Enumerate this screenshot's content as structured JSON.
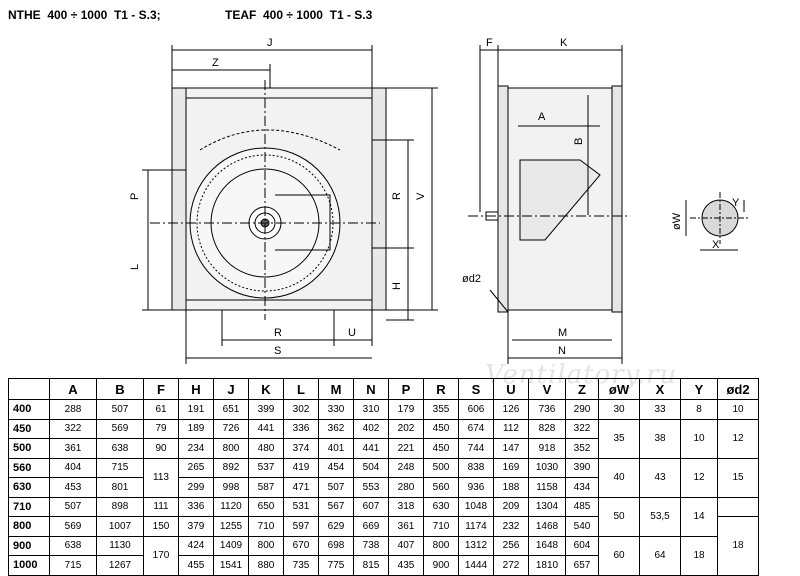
{
  "title_left": "NTHE  400 ÷ 1000  T1 - S.3;",
  "title_right": "TEAF  400 ÷ 1000  T1 - S.3",
  "watermark": "Ventilatory.ru",
  "drawing_labels": {
    "front": {
      "J": "J",
      "Z": "Z",
      "P": "P",
      "L": "L",
      "R_side": "R",
      "V": "V",
      "H": "H",
      "R_bottom": "R",
      "U": "U",
      "S": "S"
    },
    "side": {
      "F": "F",
      "K": "K",
      "A": "A",
      "B": "B",
      "od2": "ød2",
      "M": "M",
      "N": "N"
    },
    "shaft": {
      "W": "øW",
      "X": "X",
      "Y": "Y"
    }
  },
  "table": {
    "headers": [
      "",
      "A",
      "B",
      "F",
      "H",
      "J",
      "K",
      "L",
      "M",
      "N",
      "P",
      "R",
      "S",
      "U",
      "V",
      "Z",
      "øW",
      "X",
      "Y",
      "ød2"
    ],
    "sizes": [
      "400",
      "450",
      "500",
      "560",
      "630",
      "710",
      "800",
      "900",
      "1000"
    ],
    "rows": [
      [
        "288",
        "507",
        "61",
        "191",
        "651",
        "399",
        "302",
        "330",
        "310",
        "179",
        "355",
        "606",
        "126",
        "736",
        "290"
      ],
      [
        "322",
        "569",
        "79",
        "189",
        "726",
        "441",
        "336",
        "362",
        "402",
        "202",
        "450",
        "674",
        "112",
        "828",
        "322"
      ],
      [
        "361",
        "638",
        "90",
        "234",
        "800",
        "480",
        "374",
        "401",
        "441",
        "221",
        "450",
        "744",
        "147",
        "918",
        "352"
      ],
      [
        "404",
        "715",
        "",
        "265",
        "892",
        "537",
        "419",
        "454",
        "504",
        "248",
        "500",
        "838",
        "169",
        "1030",
        "390"
      ],
      [
        "453",
        "801",
        "",
        "299",
        "998",
        "587",
        "471",
        "507",
        "553",
        "280",
        "560",
        "936",
        "188",
        "1158",
        "434"
      ],
      [
        "507",
        "898",
        "111",
        "336",
        "1120",
        "650",
        "531",
        "567",
        "607",
        "318",
        "630",
        "1048",
        "209",
        "1304",
        "485"
      ],
      [
        "569",
        "1007",
        "150",
        "379",
        "1255",
        "710",
        "597",
        "629",
        "669",
        "361",
        "710",
        "1174",
        "232",
        "1468",
        "540"
      ],
      [
        "638",
        "1130",
        "",
        "424",
        "1409",
        "800",
        "670",
        "698",
        "738",
        "407",
        "800",
        "1312",
        "256",
        "1648",
        "604"
      ],
      [
        "715",
        "1267",
        "",
        "455",
        "1541",
        "880",
        "735",
        "775",
        "815",
        "435",
        "900",
        "1444",
        "272",
        "1810",
        "657"
      ]
    ],
    "f_merged": {
      "r3": "113",
      "r7": "170"
    },
    "shaft_groups": [
      {
        "W": "30",
        "X": "33",
        "Y": "8",
        "d2": "10"
      },
      {
        "W": "35",
        "X": "38",
        "Y": "10",
        "d2": "12"
      },
      {
        "W": "40",
        "X": "43",
        "Y": "12",
        "d2": "15"
      },
      {
        "W": "50",
        "X": "53,5",
        "Y": "14"
      },
      {
        "W": "60",
        "X": "64",
        "Y": "18"
      }
    ],
    "d2_last": "18"
  }
}
